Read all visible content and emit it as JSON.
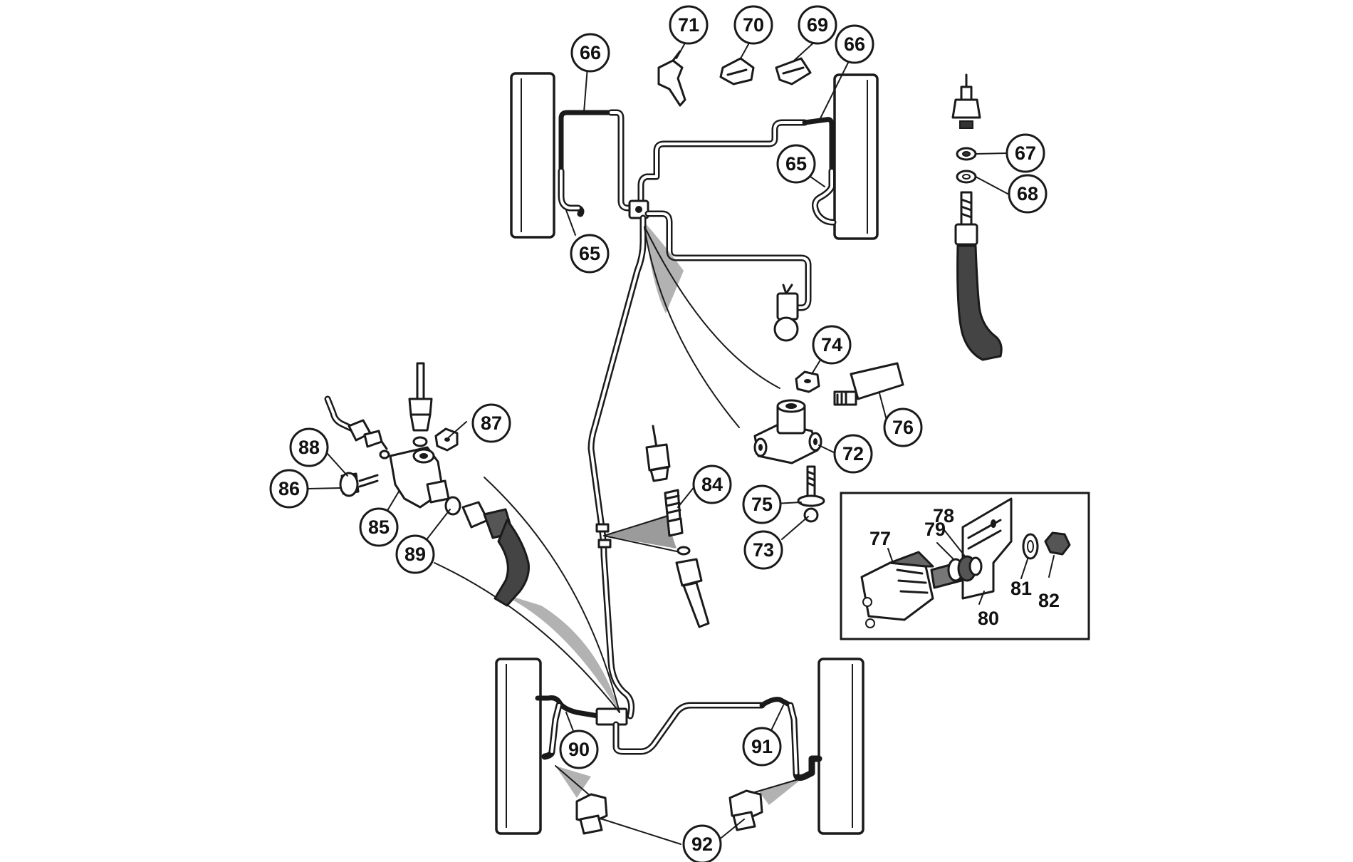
{
  "parts": {
    "p66_left": "66",
    "p66_right": "66",
    "p65_left": "65",
    "p65_right": "65",
    "p71": "71",
    "p70": "70",
    "p69": "69",
    "p67": "67",
    "p68": "68",
    "p74": "74",
    "p76": "76",
    "p72": "72",
    "p87": "87",
    "p88": "88",
    "p86": "86",
    "p85": "85",
    "p89": "89",
    "p84": "84",
    "p75": "75",
    "p73": "73",
    "p77": "77",
    "p79": "79",
    "p78": "78",
    "p81": "81",
    "p82": "82",
    "p80": "80",
    "p90": "90",
    "p91": "91",
    "p92": "92"
  }
}
